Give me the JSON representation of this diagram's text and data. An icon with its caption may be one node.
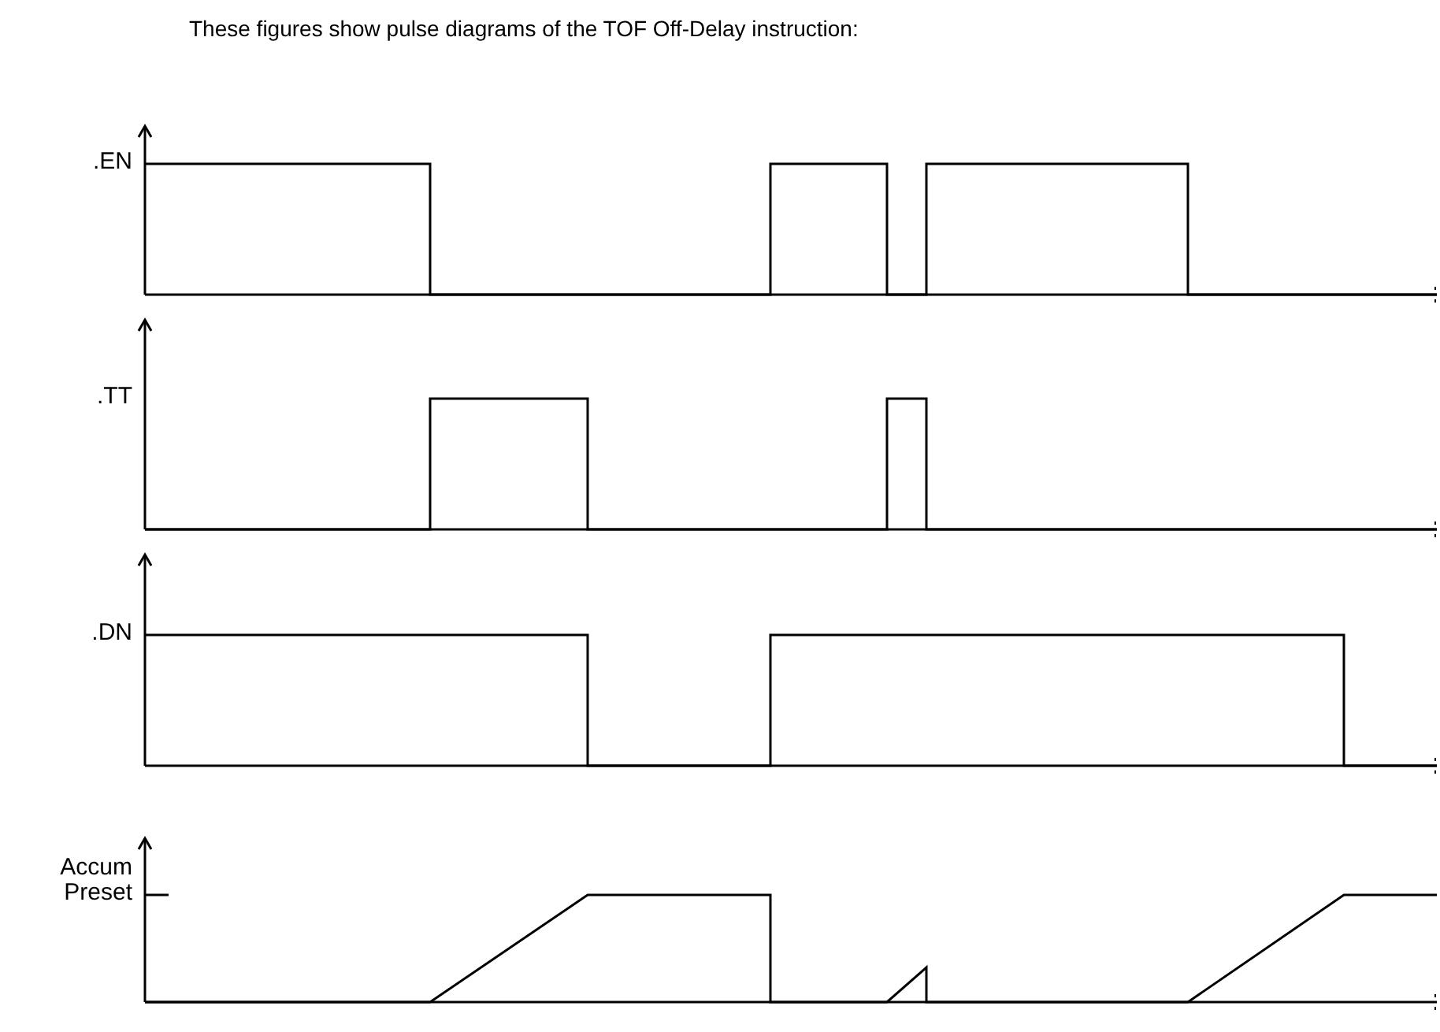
{
  "diagram": {
    "title": "These figures show pulse diagrams of the TOF Off-Delay instruction:",
    "labels": [
      ".EN",
      ".TT",
      ".DN",
      "Accum",
      "Preset"
    ]
  }
}
